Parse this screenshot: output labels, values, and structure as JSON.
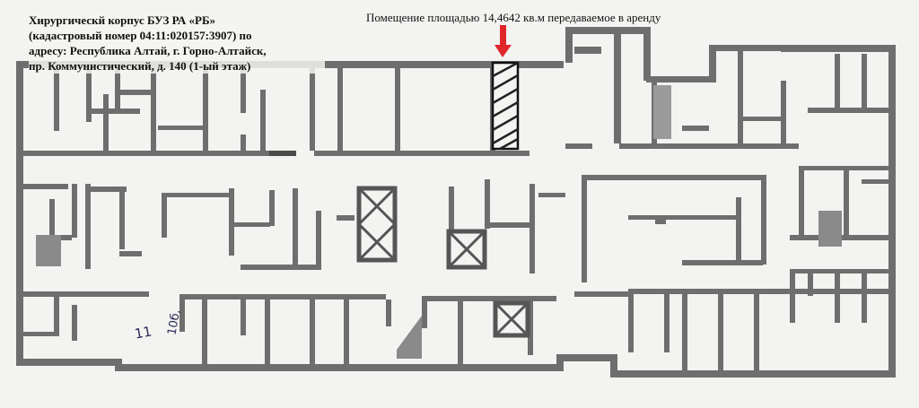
{
  "caption": {
    "line1": "Хирургическй корпус БУЗ РА «РБ»",
    "line2": "(кадастровый номер 04:11:020157:3907) по",
    "line3": "адресу: Республика Алтай, г. Горно-Алтайск,",
    "line4": "пр. Коммунистический, д. 140 (1-ый этаж)"
  },
  "highlight": {
    "label": "Помещение площадью 14,4642 кв.м передаваемое в аренду",
    "arrow_color": "#e0262a",
    "hatch_color": "#1a1a1a"
  },
  "handwriting": {
    "mark1": "11",
    "mark2": "10б,"
  },
  "colors": {
    "wall": "#6e6e6e",
    "paper": "#f3f3f1"
  }
}
